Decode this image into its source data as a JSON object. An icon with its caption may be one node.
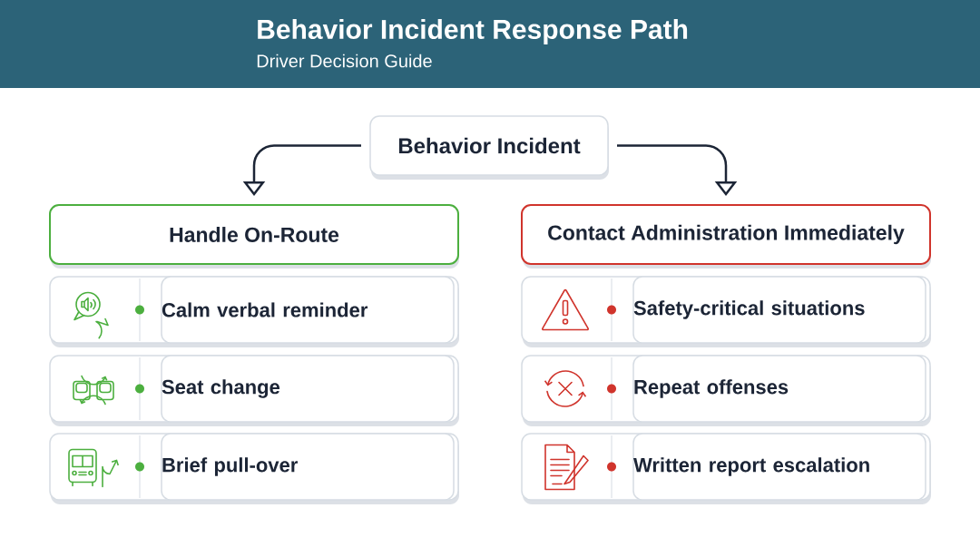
{
  "diagram": {
    "title": "Behavior Incident Response Path",
    "caption": "Driver Decision Guide",
    "nodes": [
      {
        "text": [
          "Behavior Incident"
        ]
      },
      {
        "text": [
          "Handle On-Route"
        ]
      },
      {
        "text": [
          "Contact Administration Immediately"
        ]
      },
      {
        "text": [
          "Calm verbal reminder"
        ]
      },
      {
        "text": [
          "Seat change"
        ]
      },
      {
        "text": [
          "Brief pull-over"
        ]
      },
      {
        "text": [
          "Safety-critical situations"
        ]
      },
      {
        "text": [
          "Repeat offenses"
        ]
      },
      {
        "text": [
          "Written report escalation"
        ]
      }
    ],
    "edges": [
      {
        "from": 0,
        "to": 1,
        "arrow": "to"
      },
      {
        "from": 0,
        "to": 2,
        "arrow": "to"
      }
    ]
  }
}
